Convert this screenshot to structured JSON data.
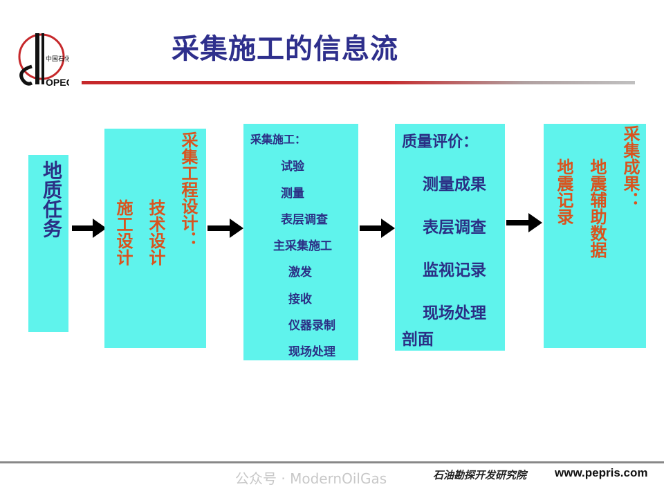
{
  "logo": {
    "text": "SINOPEC",
    "cn": "中国石化"
  },
  "title": "采集施工的信息流",
  "box1": {
    "text": "地质任务"
  },
  "box2": {
    "heading": "采集工程设计：",
    "col1": "技术设计",
    "col2": "施工设计"
  },
  "box3": {
    "heading": "采集施工：",
    "items": [
      "试验",
      "测量",
      "表层调查",
      "主采集施工",
      "激发",
      "接收",
      "仪器录制",
      "现场处理"
    ]
  },
  "box4": {
    "heading": "质量评价：",
    "items": [
      "测量成果",
      "表层调查",
      "监视记录",
      "现场处理",
      "剖面"
    ]
  },
  "box5": {
    "heading": "采集成果：",
    "col1": "地震辅助数据",
    "col2": "地震记录"
  },
  "footer": {
    "org": "石油勘探开发研究院",
    "url": "www.pepris.com",
    "watermark": "公众号 · ModernOilGas"
  },
  "colors": {
    "box": "#5ff3ec",
    "title": "#2e2f8c",
    "orange": "#d9531e"
  }
}
